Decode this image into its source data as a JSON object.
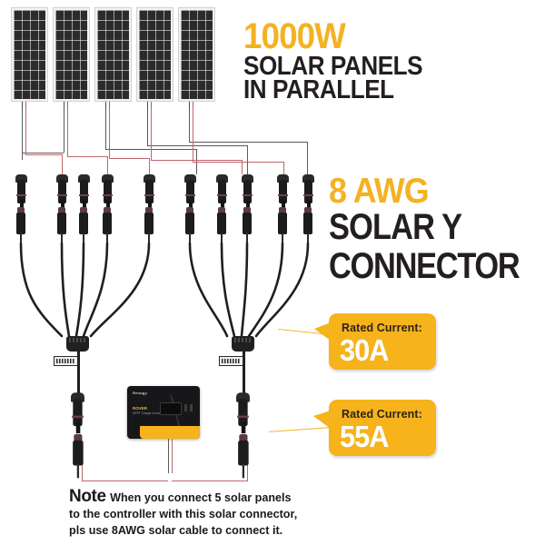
{
  "document": {
    "type": "product-infographic",
    "background_color": "#ffffff",
    "accent_color": "#F4B223",
    "text_color": "#231F20"
  },
  "headings": {
    "primary": {
      "line1": "1000W",
      "line1_color": "#F4B223",
      "line2": "SOLAR PANELS",
      "line3": "IN PARALLEL"
    },
    "secondary": {
      "line1": "8 AWG",
      "line1_color": "#F4B223",
      "line2": "SOLAR Y",
      "line3": "CONNECTOR"
    }
  },
  "callouts": [
    {
      "id": "rated-current-30a",
      "label": "Rated Current:",
      "value": "30A",
      "color": "#F6B31C"
    },
    {
      "id": "rated-current-55a",
      "label": "Rated Current:",
      "value": "55A",
      "color": "#F6B31C"
    }
  ],
  "note": {
    "word": "Note",
    "line1": "When you connect 5 solar panels",
    "line2": "to the controller with this solar connector,",
    "line3": "pls use 8AWG solar cable to connect it."
  },
  "diagram": {
    "panel_count": 5,
    "panel_label": "solar-panel",
    "connector_rows": [
      {
        "name": "mc4-female-row",
        "count": 10
      },
      {
        "name": "mc4-male-row",
        "count": 10
      }
    ],
    "y_connectors": [
      {
        "name": "y-connector-left",
        "branches": 5
      },
      {
        "name": "y-connector-right",
        "branches": 5
      }
    ],
    "controller": {
      "name": "solar-charge-controller",
      "brand": "Renogy",
      "model": "ROVER",
      "subtitle": "MPPT Charge Controller"
    }
  }
}
